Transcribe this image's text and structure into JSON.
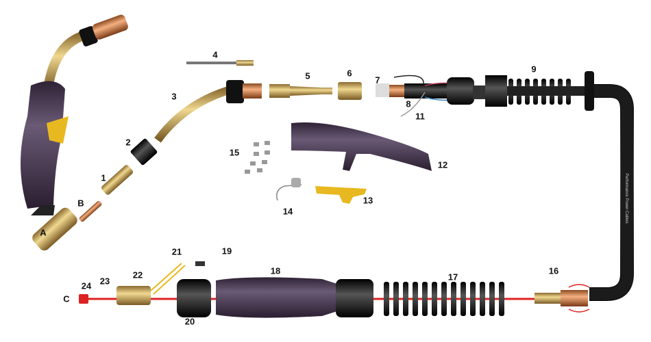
{
  "diagram": {
    "labels": [
      {
        "id": "A",
        "text": "A"
      },
      {
        "id": "B",
        "text": "B"
      },
      {
        "id": "C",
        "text": "C"
      },
      {
        "id": "1",
        "text": "1"
      },
      {
        "id": "2",
        "text": "2"
      },
      {
        "id": "3",
        "text": "3"
      },
      {
        "id": "4",
        "text": "4"
      },
      {
        "id": "5",
        "text": "5"
      },
      {
        "id": "6",
        "text": "6"
      },
      {
        "id": "7",
        "text": "7"
      },
      {
        "id": "8",
        "text": "8"
      },
      {
        "id": "9",
        "text": "9"
      },
      {
        "id": "11",
        "text": "11"
      },
      {
        "id": "12",
        "text": "12"
      },
      {
        "id": "13",
        "text": "13"
      },
      {
        "id": "14",
        "text": "14"
      },
      {
        "id": "15",
        "text": "15"
      },
      {
        "id": "16",
        "text": "16"
      },
      {
        "id": "17",
        "text": "17"
      },
      {
        "id": "18",
        "text": "18"
      },
      {
        "id": "19",
        "text": "19"
      },
      {
        "id": "20",
        "text": "20"
      },
      {
        "id": "21",
        "text": "21"
      },
      {
        "id": "22",
        "text": "22"
      },
      {
        "id": "23",
        "text": "23"
      },
      {
        "id": "24",
        "text": "24"
      }
    ],
    "cable_text": "Performance Power Cables",
    "colors": {
      "brass": "#c9a45a",
      "copper": "#d98a55",
      "handle": "#4a3b52",
      "black": "#1b1b1b",
      "red": "#d22",
      "yellow": "#e8b820"
    }
  }
}
